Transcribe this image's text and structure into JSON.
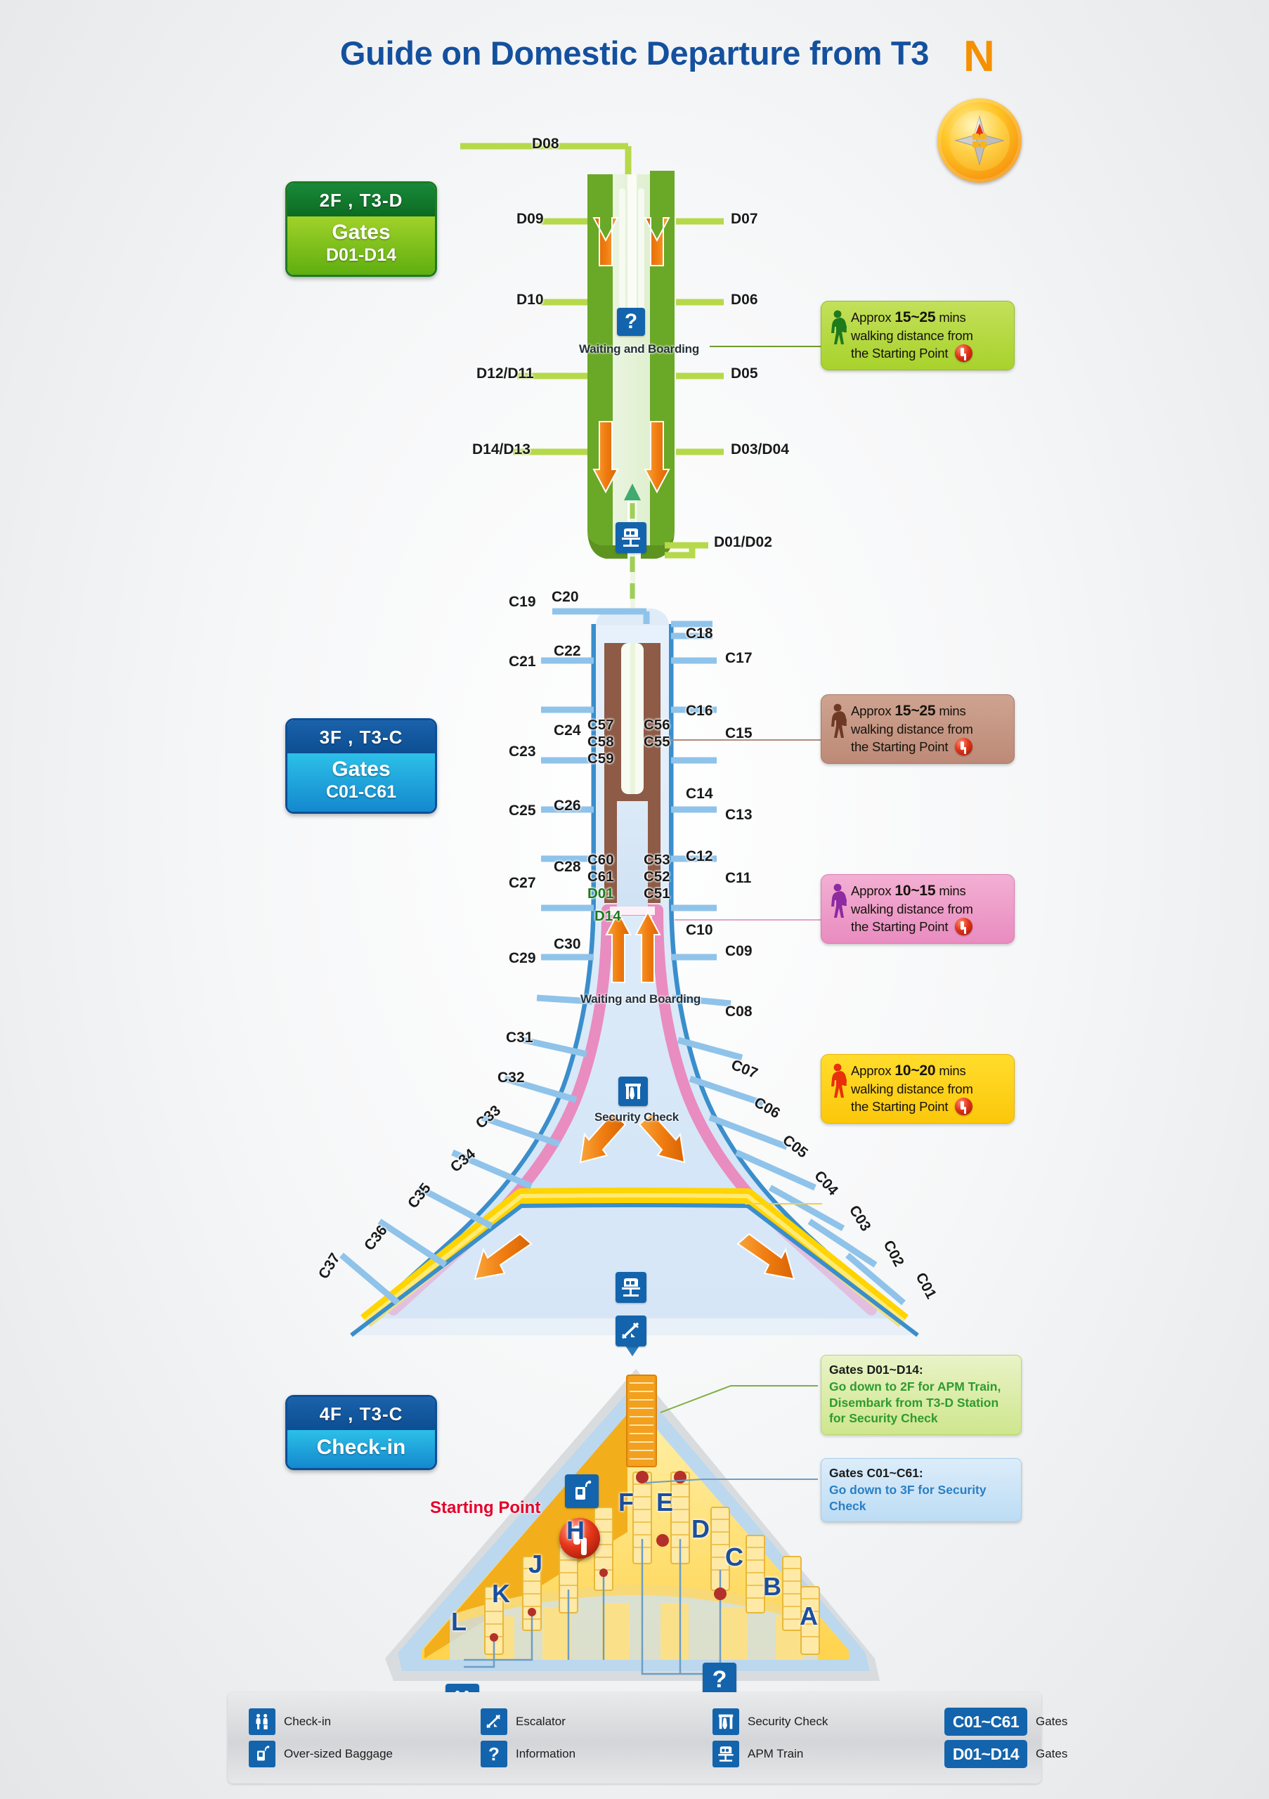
{
  "header": {
    "title": "Guide on Domestic Departure from T3",
    "compass_label": "N",
    "compass_icon": "compass-rose-icon"
  },
  "floor_badges": [
    {
      "id": "2fd",
      "floor": "2F , T3-D",
      "gates_word": "Gates",
      "gates_range": "D01-D14",
      "top_color": "#0c6b22",
      "bottom_color": "#5fae10"
    },
    {
      "id": "3fc",
      "floor": "3F , T3-C",
      "gates_word": "Gates",
      "gates_range": "C01-C61",
      "top_color": "#0d4e92",
      "bottom_color": "#1488ce"
    },
    {
      "id": "4fc",
      "floor": "4F , T3-C",
      "gates_word": "Check-in",
      "gates_range": "",
      "top_color": "#0d4e92",
      "bottom_color": "#1488ce"
    }
  ],
  "walk_callouts": [
    {
      "id": "green",
      "prefix": "Approx",
      "mins": "15~25",
      "unit": "mins",
      "line2": "walking distance from",
      "line3": "the Starting Point",
      "bg": "#a8d22c",
      "figure_color": "#1f7a1c"
    },
    {
      "id": "brown",
      "prefix": "Approx",
      "mins": "15~25",
      "unit": "mins",
      "line2": "walking distance from",
      "line3": "the Starting Point",
      "bg": "#bd8a77",
      "figure_color": "#6e3a26"
    },
    {
      "id": "pink",
      "prefix": "Approx",
      "mins": "10~15",
      "unit": "mins",
      "line2": "walking distance from",
      "line3": "the Starting Point",
      "bg": "#e98cc0",
      "figure_color": "#8e2ba0"
    },
    {
      "id": "yellow",
      "prefix": "Approx",
      "mins": "10~20",
      "unit": "mins",
      "line2": "walking distance from",
      "line3": "the Starting Point",
      "bg": "#fcc70b",
      "figure_color": "#e8300a"
    }
  ],
  "info_callouts": [
    {
      "id": "d",
      "head": "Gates D01~D14:",
      "body": "Go down to 2F for APM Train, Disembark from T3-D Station for Security Check",
      "bg": "#cfe68e",
      "text_color": "#2f9b2f"
    },
    {
      "id": "c",
      "head": "Gates C01~C61:",
      "body": "Go down to 3F for Security Check",
      "bg": "#bcdcf4",
      "text_color": "#2a7fc4"
    }
  ],
  "concourse_d": {
    "zone_label": "Waiting and Boarding",
    "info_icon": "information-icon",
    "apm_icon": "apm-train-icon",
    "escalator_up_icon": "escalator-up-arrow-icon",
    "escalator_down_icon": "escalator-down-arrow-icon",
    "gates_left": [
      "D08",
      "D09",
      "D10",
      "D12/D11",
      "D14/D13"
    ],
    "gates_right": [
      "D07",
      "D06",
      "D05",
      "D03/D04",
      "D01/D02"
    ]
  },
  "concourse_c": {
    "zone_label": "Waiting and Boarding",
    "security_label": "Security Check",
    "security_icon": "security-check-icon",
    "apm_icon": "apm-train-icon",
    "escalator_icon": "escalator-icon",
    "gates_left_outer": [
      "C19",
      "C21",
      "C23",
      "C25",
      "C27",
      "C29",
      "C31",
      "C32",
      "C33",
      "C34",
      "C35",
      "C36",
      "C37"
    ],
    "gates_left_upper": [
      "C20",
      "C22",
      "C24",
      "C26",
      "C28",
      "C30"
    ],
    "gates_right_upper": [
      "C18",
      "C16",
      "C14",
      "C12",
      "C10"
    ],
    "gates_right_outer": [
      "C17",
      "C15",
      "C13",
      "C11",
      "C09",
      "C08",
      "C07",
      "C06",
      "C05",
      "C04",
      "C03",
      "C02",
      "C01"
    ],
    "inner_left": [
      "C57",
      "C58",
      "C59"
    ],
    "inner_right": [
      "C56",
      "C55"
    ],
    "inner_left_lower": [
      "C60",
      "C61"
    ],
    "inner_right_lower": [
      "C53",
      "C52",
      "C51"
    ],
    "transfer_gate_top": "D01",
    "transfer_gate_bottom": "D14"
  },
  "checkin": {
    "starting_point_label": "Starting Point",
    "starting_point_icon": "starting-point-pin-icon",
    "counters": [
      "L",
      "K",
      "J",
      "H",
      "F",
      "E",
      "D",
      "C",
      "B",
      "A"
    ],
    "oversized_icon": "over-sized-baggage-icon",
    "checkin_icon": "check-in-icon",
    "info_icon": "information-icon",
    "escalator_icon": "escalator-icon"
  },
  "legend": {
    "items": [
      {
        "icon": "check-in-icon",
        "label": "Check-in"
      },
      {
        "icon": "escalator-icon",
        "label": "Escalator"
      },
      {
        "icon": "security-check-icon",
        "label": "Security Check"
      },
      {
        "icon": "over-sized-baggage-icon",
        "label": "Over-sized Baggage"
      },
      {
        "icon": "information-icon",
        "label": "Information"
      },
      {
        "icon": "apm-train-icon",
        "label": "APM Train"
      }
    ],
    "gate_badges": [
      {
        "code": "C01~C61",
        "label": "Gates"
      },
      {
        "code": "D01~D14",
        "label": "Gates"
      }
    ]
  },
  "colors": {
    "title_blue": "#14509e",
    "accent_orange": "#f59000",
    "d_green": "#5fae10",
    "c_blue": "#1488ce",
    "path_yellow": "#ffd400",
    "path_pink": "#e98cc0",
    "brown": "#8d5b46",
    "start_red": "#e4002b"
  }
}
